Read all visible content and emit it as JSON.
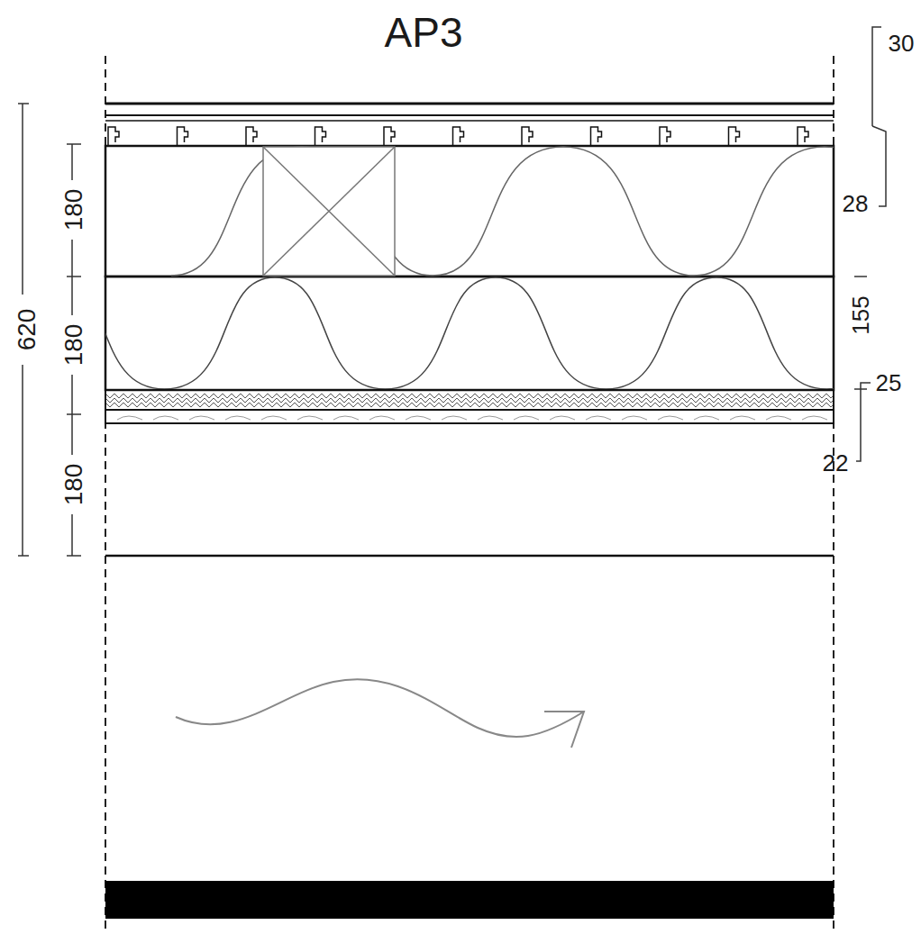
{
  "diagram": {
    "title": "AP3",
    "labels": [
      "620",
      "180",
      "180",
      "180",
      "30",
      "28",
      "155",
      "25",
      "22"
    ]
  }
}
